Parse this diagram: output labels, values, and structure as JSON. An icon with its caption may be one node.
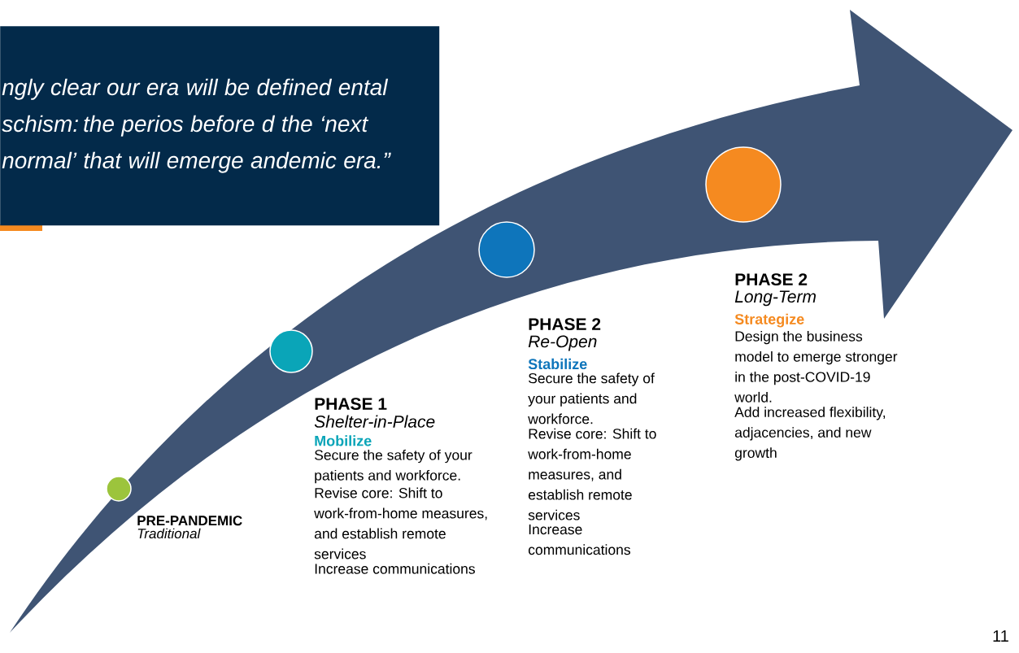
{
  "diagram": {
    "nodes": [
      {
        "text": [
          "ngly clear our era will be defined ental schism: the perios before d the ‘next normal’ that will emerge andemic era.”"
        ]
      },
      {
        "text": [],
        "shape": "circle"
      },
      {
        "text": [],
        "shape": "circle"
      },
      {
        "text": [],
        "shape": "circle"
      },
      {
        "text": [],
        "shape": "circle"
      }
    ],
    "labels": [
      "PRE-PANDEMIC",
      "Traditional",
      "PHASE 1",
      "Shelter-in-Place",
      "Mobilize",
      "Secure the safety of your patients and workforce.",
      "Revise core: Shift to work-from-home measures, and establish remote services",
      "Increase communications",
      "PHASE 2",
      "Re-Open",
      "Stabilize",
      "Secure the safety of your patients and workforce.",
      "Revise core: Shift to work-from-home measures, and establish remote services",
      "Increase communications",
      "PHASE 2",
      "Long-Term",
      "Strategize",
      "Design the business model to emerge stronger in the post-COVID-19 world.",
      "Add increased flexibility, adjacencies, and new growth",
      "11"
    ]
  }
}
